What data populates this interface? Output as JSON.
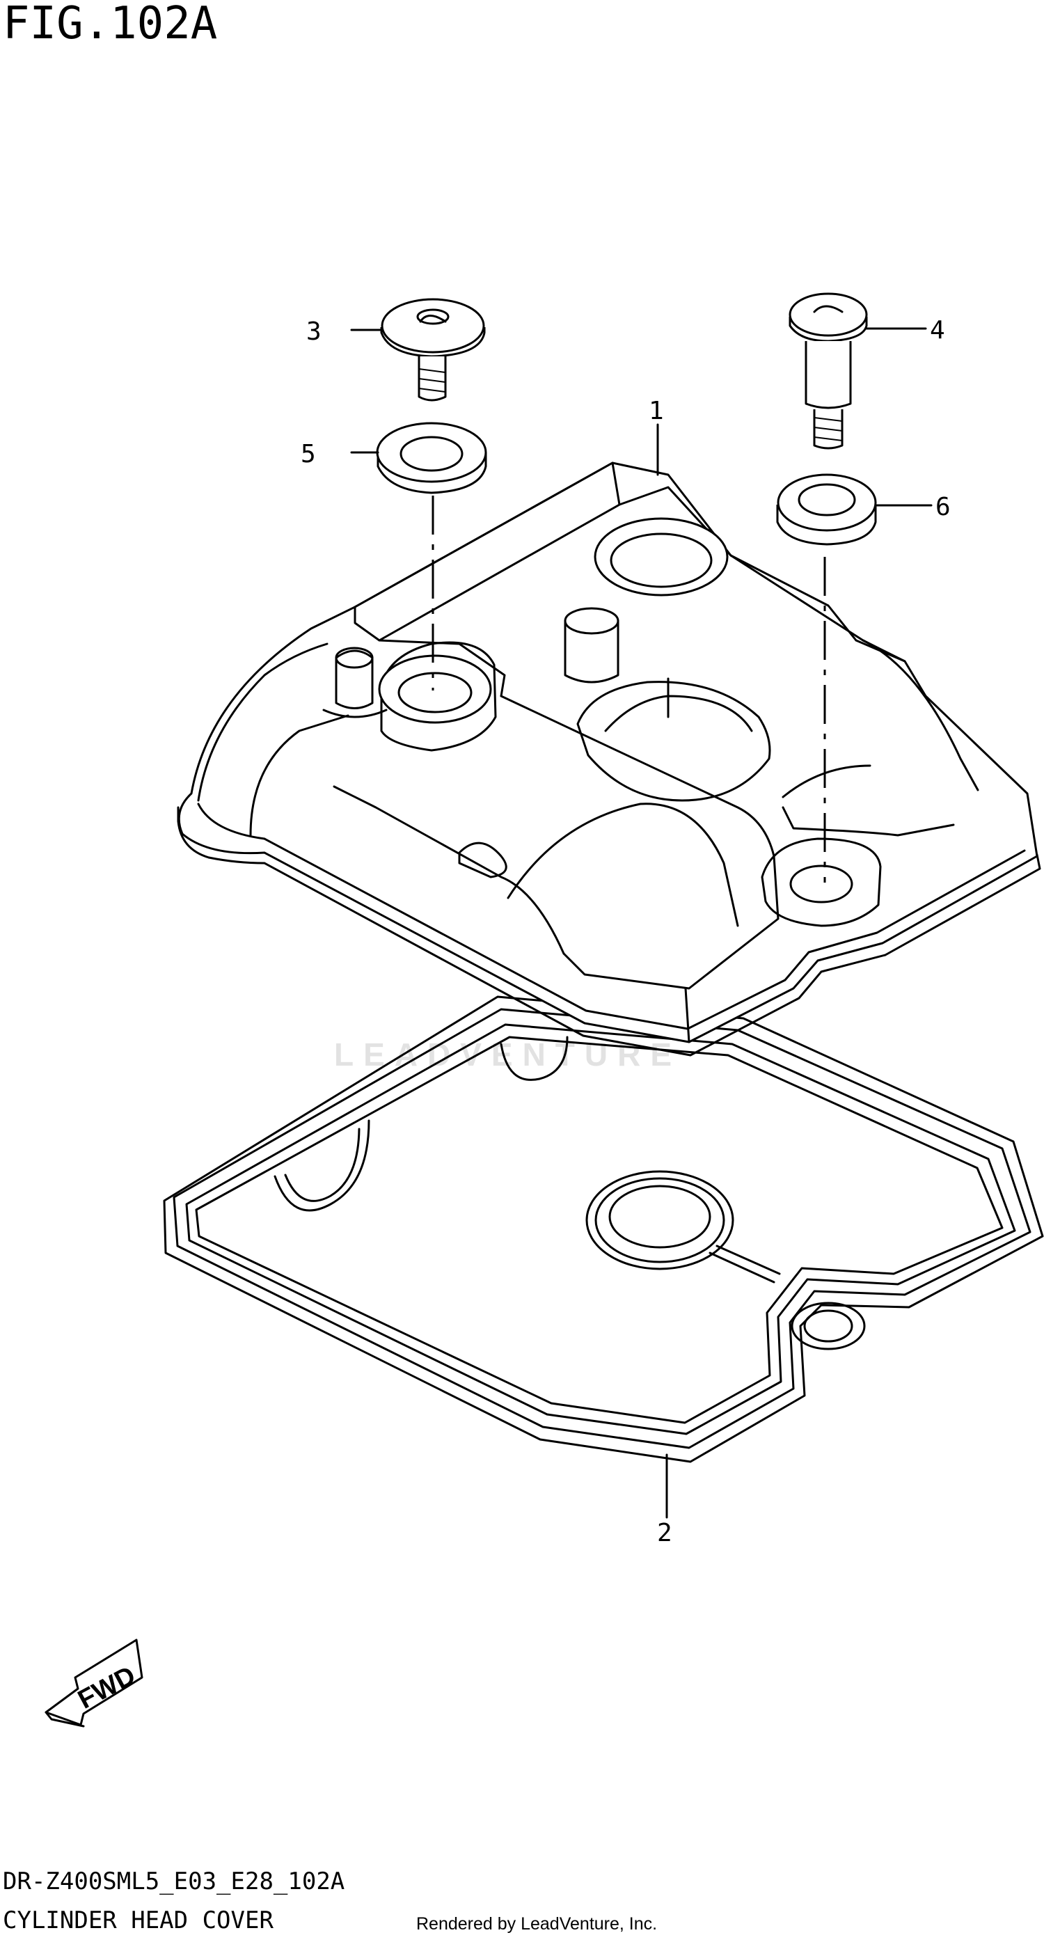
{
  "figure_title": "FIG.102A",
  "drawing_code": "DR-Z400SML5_E03_E28_102A",
  "assembly_name": "CYLINDER HEAD COVER",
  "credit": "Rendered by LeadVenture, Inc.",
  "watermark": "LEADVENTURE",
  "fwd_label": "FWD",
  "callouts": {
    "p1": "1",
    "p2": "2",
    "p3": "3",
    "p4": "4",
    "p5": "5",
    "p6": "6"
  }
}
